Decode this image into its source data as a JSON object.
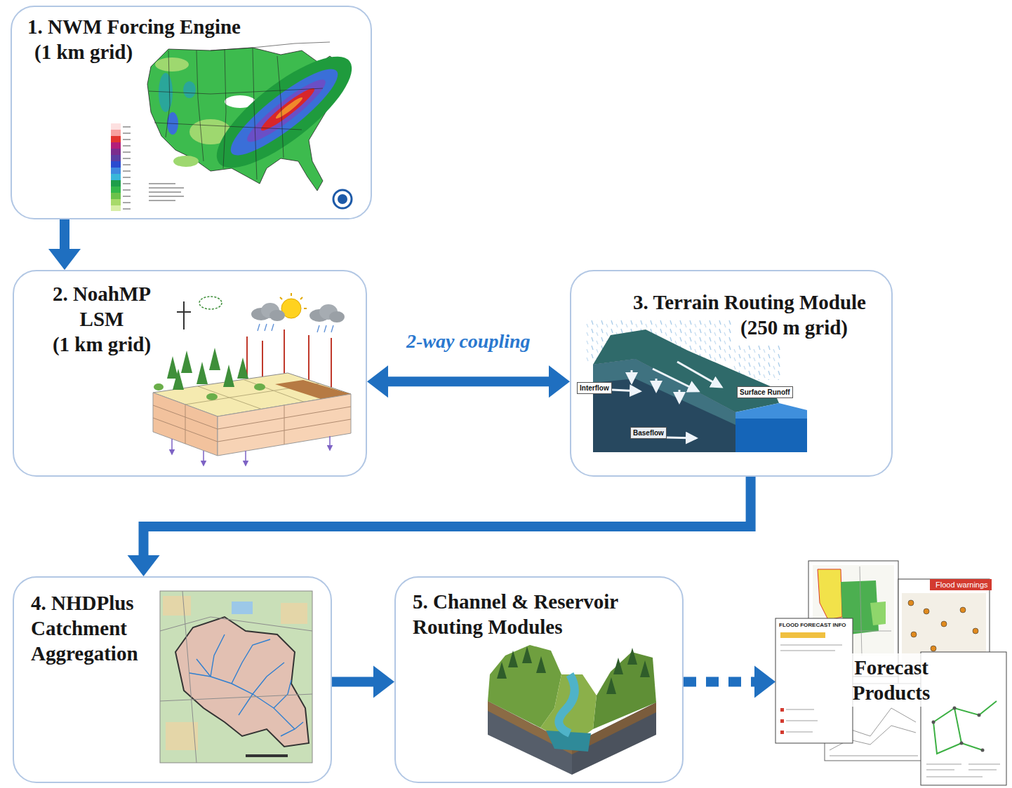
{
  "diagram": {
    "nodes": [
      {
        "text": [
          "1. NWM Forcing Engine",
          "(1 km grid)"
        ]
      },
      {
        "text": [
          "2. NoahMP LSM",
          "(1 km grid)"
        ]
      },
      {
        "text": [
          "3. Terrain Routing Module",
          "(250 m grid)"
        ]
      },
      {
        "text": [
          "4. NHDPlus Catchment Aggregation"
        ]
      },
      {
        "text": [
          "5. Channel & Reservoir Routing Modules"
        ]
      },
      {
        "text": [
          "Forecast Products"
        ]
      }
    ],
    "edges": [
      {
        "from": 0,
        "to": 1,
        "arrow": "to"
      },
      {
        "from": 1,
        "to": 2,
        "label": "2-way coupling",
        "arrow": "both"
      },
      {
        "from": 2,
        "to": 3,
        "arrow": "to"
      },
      {
        "from": 3,
        "to": 4,
        "arrow": "to"
      },
      {
        "from": 4,
        "to": 5,
        "arrow": "to"
      }
    ],
    "labels": [
      "Interflow",
      "Surface Runoff",
      "Baseflow",
      "Flood warnings",
      "FLOOD FORECAST INFO"
    ]
  }
}
